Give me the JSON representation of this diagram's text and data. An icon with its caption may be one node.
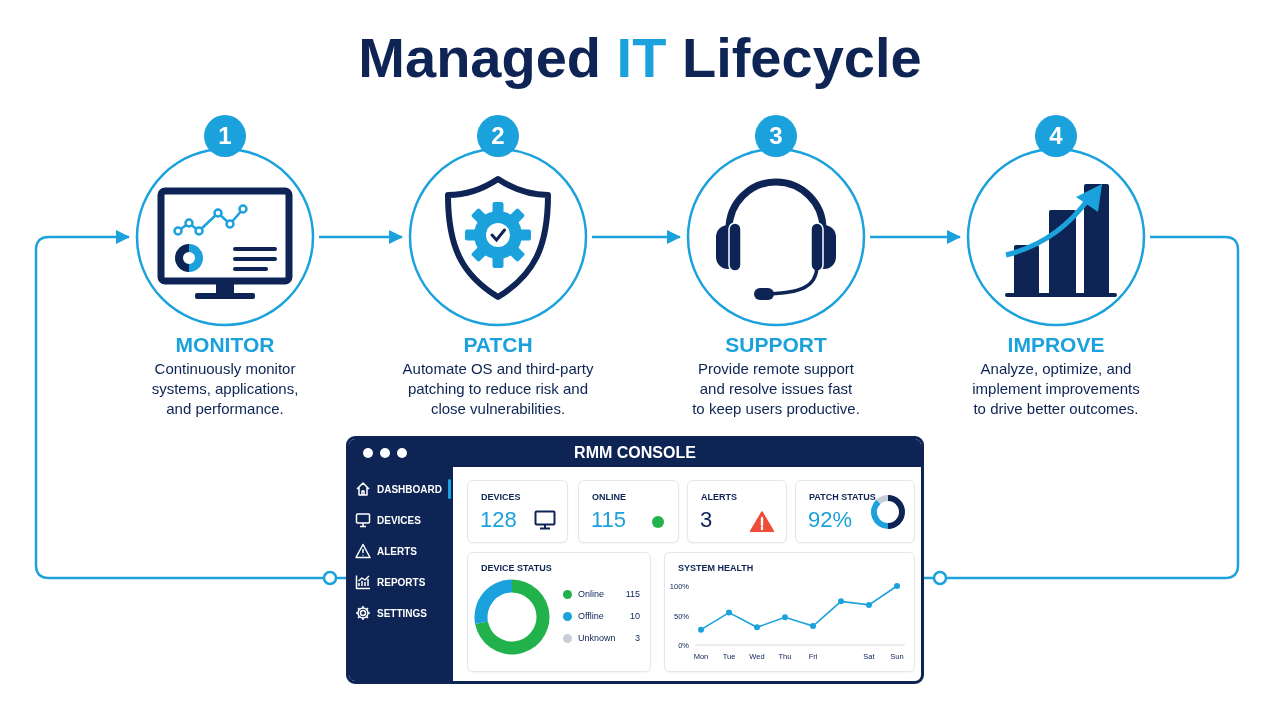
{
  "diagram": {
    "title": "Managed **IT** Lifecycle",
    "nodes": [
      {
        "text": [
          "MONITOR",
          "Continuously monitor systems, applications, and performance."
        ],
        "beside": [
          "1"
        ]
      },
      {
        "text": [
          "PATCH",
          "Automate OS and third-party patching to reduce risk and close vulnerabilities."
        ],
        "beside": [
          "2"
        ]
      },
      {
        "text": [
          "SUPPORT",
          "Provide remote support and resolve issues fast to keep users productive."
        ],
        "beside": [
          "3"
        ]
      },
      {
        "text": [
          "IMPROVE",
          "Analyze, optimize, and implement improvements to drive better outcomes."
        ],
        "beside": [
          "4"
        ]
      },
      {
        "text": [
          "RMM CONSOLE"
        ]
      },
      {
        "text": [
          "DASHBOARD",
          "DEVICES",
          "ALERTS",
          "REPORTS",
          "SETTINGS"
        ],
        "in": 4
      },
      {
        "text": [
          "DEVICES",
          "128"
        ],
        "in": 4
      },
      {
        "text": [
          "ONLINE",
          "115"
        ],
        "in": 4
      },
      {
        "text": [
          "ALERTS",
          "3"
        ],
        "in": 4
      },
      {
        "text": [
          "PATCH STATUS",
          "92%"
        ],
        "in": 4
      },
      {
        "text": [
          "DEVICE STATUS",
          "Online",
          "115",
          "Offline",
          "10",
          "Unknown",
          "3"
        ],
        "in": 4
      },
      {
        "text": [
          "SYSTEM HEALTH"
        ],
        "in": 4
      }
    ],
    "edges": [
      {
        "from": 0,
        "to": 1,
        "arrow": "to"
      },
      {
        "from": 1,
        "to": 2,
        "arrow": "to"
      },
      {
        "from": 2,
        "to": 3,
        "arrow": "to"
      },
      {
        "from": 3,
        "to": 4,
        "arrow": "none"
      },
      {
        "from": 4,
        "to": 0,
        "arrow": "to"
      }
    ],
    "chart_data": {
      "type": "line",
      "categories": [
        "Mon",
        "Tue",
        "Wed",
        "Thu",
        "Fri",
        null,
        "Sat",
        "Sun"
      ],
      "series": [
        {
          "color": "#1ba1dc",
          "marker": "circle",
          "values": [
            26,
            55,
            30,
            47,
            32,
            74,
            68,
            100
          ]
        }
      ],
      "yticks": [
        {
          "value": 0,
          "label": "0%"
        },
        {
          "value": 50,
          "label": "50%"
        },
        {
          "value": 100,
          "label": "100%"
        }
      ],
      "ylim": [
        0,
        100
      ]
    }
  }
}
